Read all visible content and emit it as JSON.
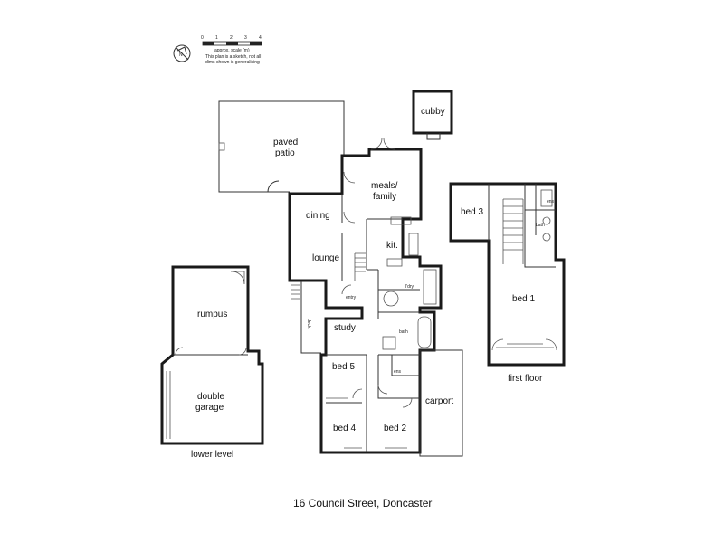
{
  "scale": {
    "ticks": [
      "0",
      "1",
      "2",
      "3",
      "4"
    ],
    "label": "approx. scale (m)",
    "note_line1": "This plan is a sketch, not all",
    "note_line2": "dims shown is generalising"
  },
  "rooms": {
    "cubby": "cubby",
    "paved_patio_1": "paved",
    "paved_patio_2": "patio",
    "meals_family_1": "meals/",
    "meals_family_2": "family",
    "dining": "dining",
    "kitchen": "kit.",
    "lounge": "lounge",
    "entry": "entry",
    "ldry": "l'dry",
    "study": "study",
    "bath_lower": "bath",
    "bed5": "bed 5",
    "ens": "ens",
    "carport": "carport",
    "bed4": "bed 4",
    "bed2": "bed 2",
    "deck": "deck",
    "rumpus": "rumpus",
    "double_garage_1": "double",
    "double_garage_2": "garage",
    "bed3": "bed 3",
    "ens_upper": "ens",
    "bath_upper": "bath",
    "bed1": "bed 1"
  },
  "levels": {
    "lower": "lower level",
    "first": "first floor"
  },
  "address": "16 Council Street, Doncaster"
}
